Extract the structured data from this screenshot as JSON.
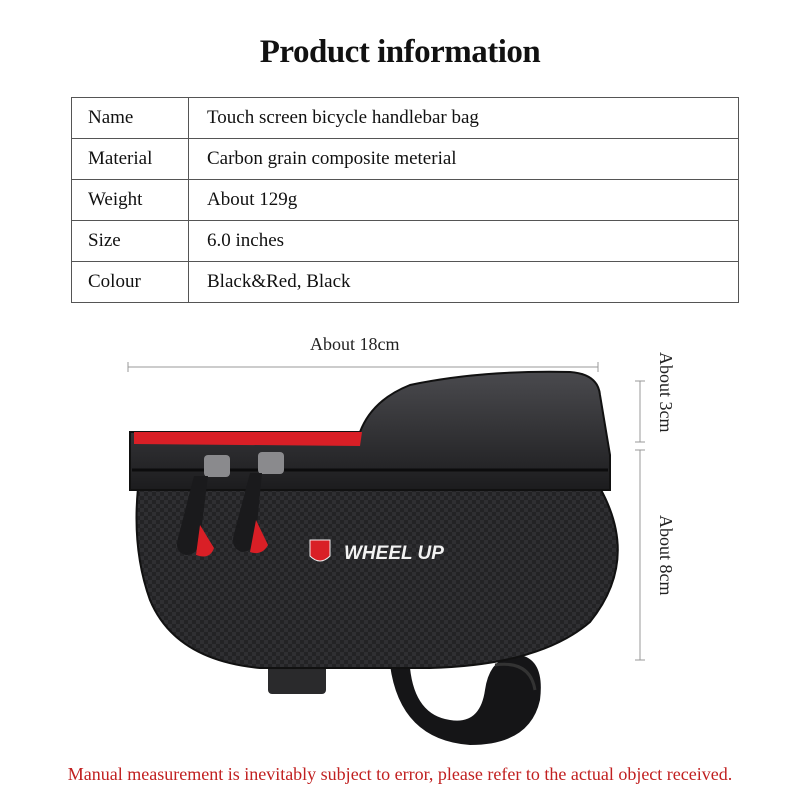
{
  "header": {
    "title": "Product information"
  },
  "specs": [
    {
      "key": "Name",
      "value": "Touch screen bicycle handlebar bag"
    },
    {
      "key": "Material",
      "value": "Carbon grain composite meterial"
    },
    {
      "key": "Weight",
      "value": "About 129g"
    },
    {
      "key": "Size",
      "value": "6.0 inches"
    },
    {
      "key": "Colour",
      "value": "Black&Red, Black"
    }
  ],
  "dimensions": {
    "width": "About 18cm",
    "top_height": "About 3cm",
    "bag_height": "About 8cm"
  },
  "product": {
    "brand_logo": "WHEEL UP"
  },
  "footer": {
    "note": "Manual measurement is inevitably subject to error, please refer to the actual object received."
  },
  "colors": {
    "accent_red": "#d91f26",
    "bag_black": "#1d1d1f",
    "note_red": "#c12020"
  }
}
